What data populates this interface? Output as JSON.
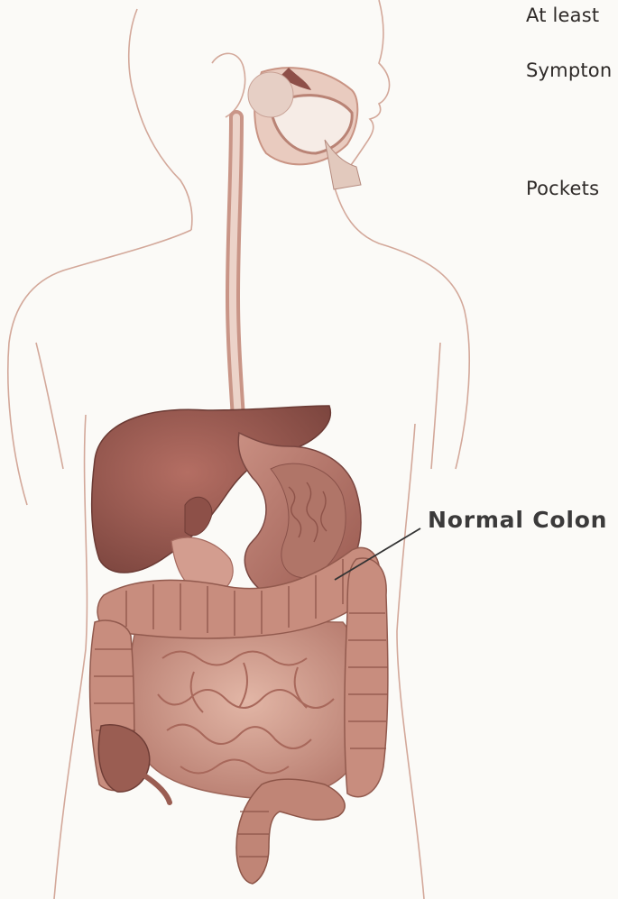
{
  "side_text": [
    "At least",
    "Sympton",
    "Pockets"
  ],
  "callout_label": "Normal Colon",
  "colors": {
    "outline": "#cfa395",
    "organ_dark": "#8a4d45",
    "organ_mid": "#b57268",
    "intestine": "#c18a7c",
    "intestine_light": "#d9ab9c",
    "text": "#2e2a28"
  }
}
